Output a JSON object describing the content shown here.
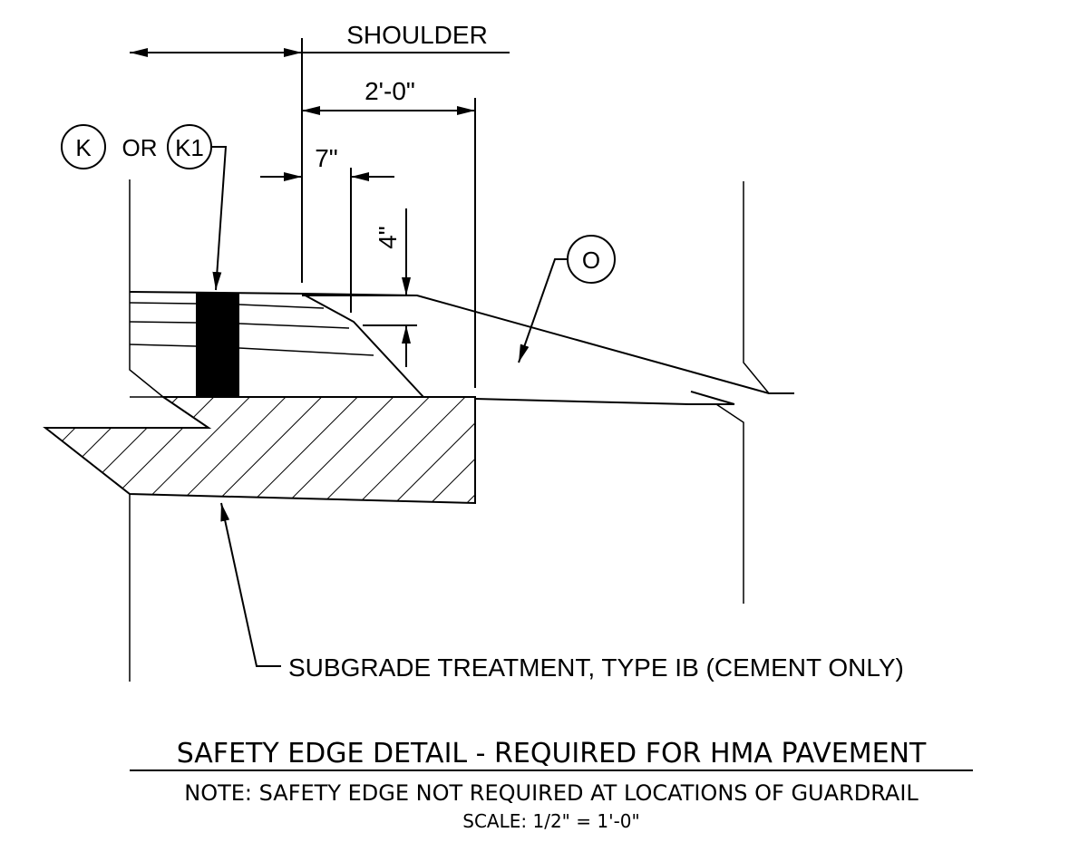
{
  "labels": {
    "shoulder": "SHOULDER",
    "two_ft": "2'-0\"",
    "seven_in": "7\"",
    "four_in": "4\"",
    "k": "K",
    "or": "OR",
    "k1": "K1",
    "o": "O",
    "subgrade": "SUBGRADE TREATMENT, TYPE IB (CEMENT ONLY)"
  },
  "title": {
    "main": "SAFETY EDGE DETAIL - REQUIRED FOR HMA PAVEMENT",
    "note": "NOTE: SAFETY EDGE NOT REQUIRED AT LOCATIONS OF GUARDRAIL",
    "scale": "SCALE: 1/2\" = 1'-0\""
  }
}
